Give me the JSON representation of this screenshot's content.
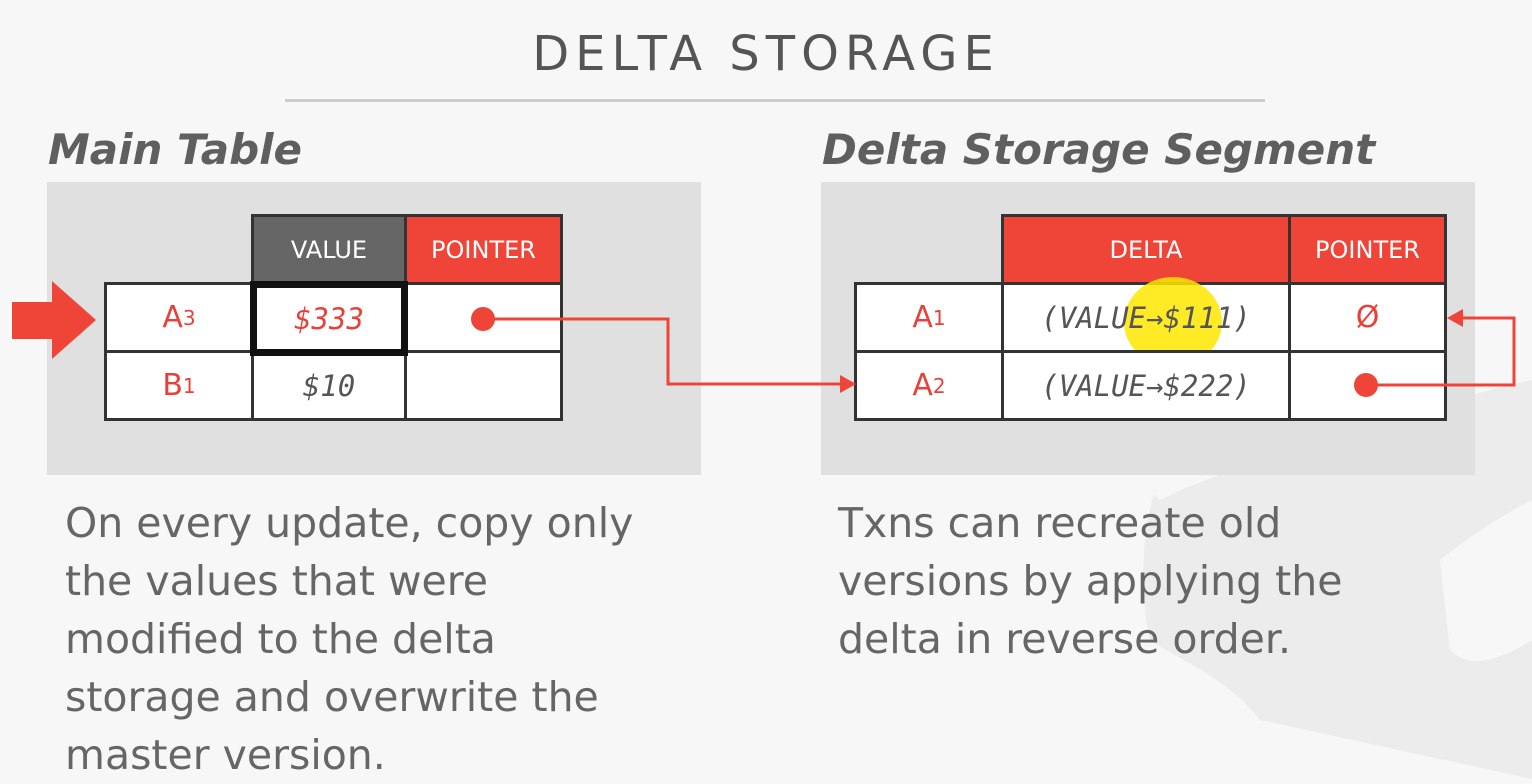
{
  "title": "DELTA STORAGE",
  "main_table": {
    "heading": "Main Table",
    "headers": [
      "VALUE",
      "POINTER"
    ],
    "rows": [
      {
        "key": "A",
        "sub": "3",
        "value": "$333"
      },
      {
        "key": "B",
        "sub": "1",
        "value": "$10"
      }
    ]
  },
  "delta_table": {
    "heading": "Delta Storage Segment",
    "headers": [
      "DELTA",
      "POINTER"
    ],
    "rows": [
      {
        "key": "A",
        "sub": "1",
        "delta": "(VALUE→$111)",
        "pointer": "Ø"
      },
      {
        "key": "A",
        "sub": "2",
        "delta": "(VALUE→$222)"
      }
    ]
  },
  "left_text": [
    "On every update, copy only",
    "the values that were",
    "modified to the delta",
    "storage and overwrite the",
    "master version."
  ],
  "right_text": [
    "Txns can recreate old",
    "versions by applying the",
    "delta in reverse order."
  ],
  "colors": {
    "accent": "#ef4438",
    "header_gray": "#666666",
    "highlight": "#ffe600"
  }
}
